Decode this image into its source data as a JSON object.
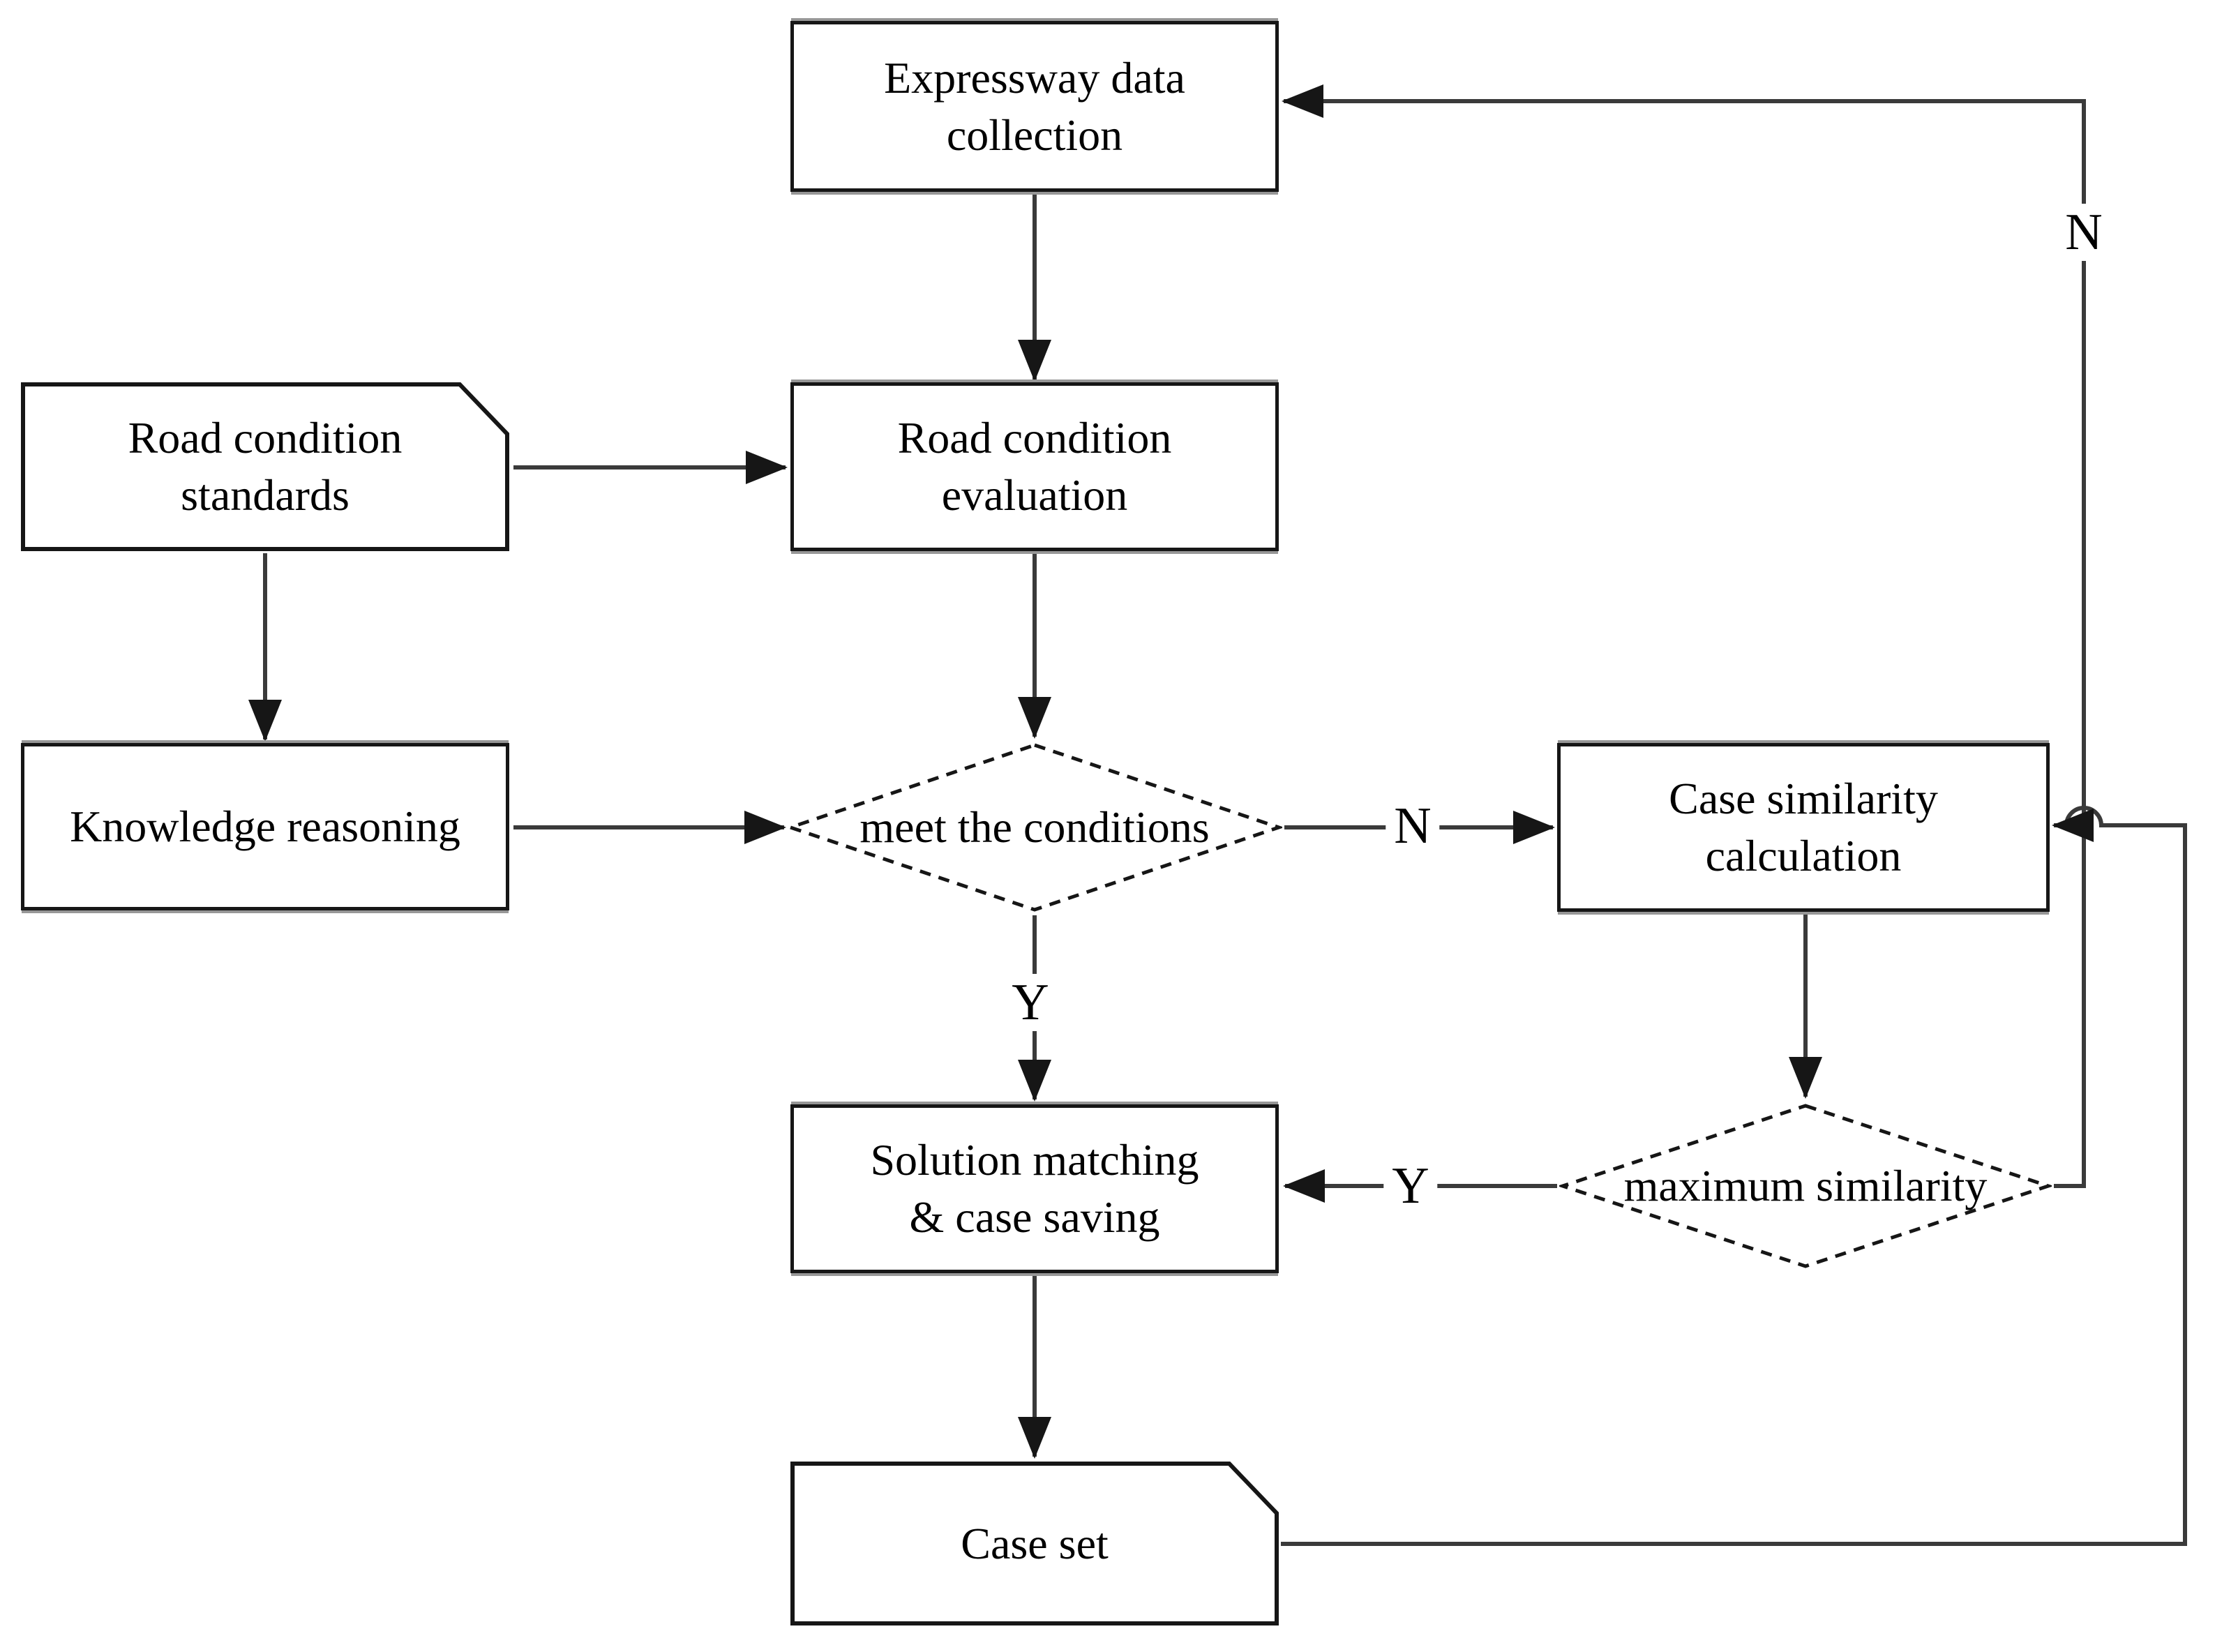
{
  "diagram": {
    "nodes": {
      "expressway": {
        "type": "process",
        "label": "Expressway data\ncollection"
      },
      "road_standards": {
        "type": "card",
        "label": "Road condition\nstandards"
      },
      "road_evaluation": {
        "type": "process",
        "label": "Road condition\nevaluation"
      },
      "knowledge_reasoning": {
        "type": "process",
        "label": "Knowledge reasoning"
      },
      "meet_conditions": {
        "type": "decision",
        "label": "meet the conditions"
      },
      "case_similarity": {
        "type": "process",
        "label": "Case similarity\ncalculation"
      },
      "solution_matching": {
        "type": "process",
        "label": "Solution matching\n& case saving"
      },
      "maximum_similarity": {
        "type": "decision",
        "label": "maximum similarity"
      },
      "case_set": {
        "type": "card",
        "label": "Case set"
      }
    },
    "edge_labels": {
      "meet_no": "N",
      "meet_yes": "Y",
      "max_yes": "Y",
      "max_no": "N"
    },
    "colors": {
      "line": "#3a3a3a",
      "arrowhead": "#161616",
      "border": "#161616",
      "background": "#ffffff",
      "text": "#000000"
    }
  }
}
